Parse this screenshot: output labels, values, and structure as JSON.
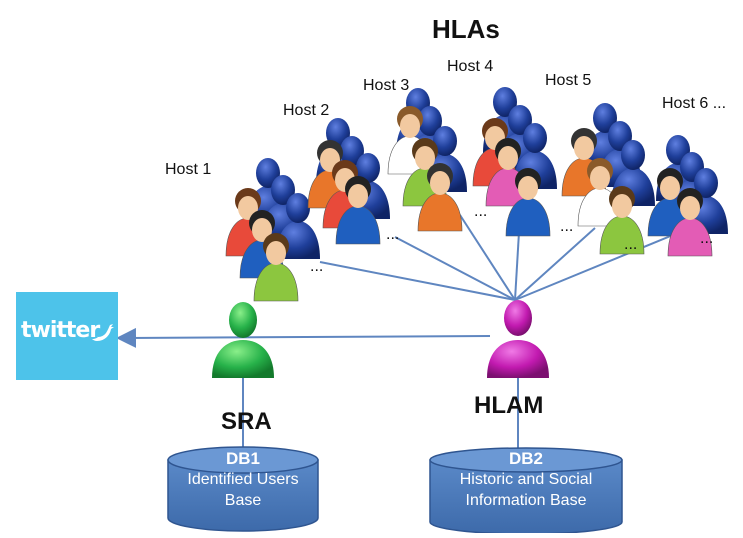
{
  "title": "HLAs",
  "hosts": [
    {
      "label": "Host 1"
    },
    {
      "label": "Host 2"
    },
    {
      "label": "Host 3"
    },
    {
      "label": "Host 4"
    },
    {
      "label": "Host 5"
    },
    {
      "label": "Host 6 ..."
    }
  ],
  "ellipsis": "...",
  "sra": {
    "label": "SRA"
  },
  "hlam": {
    "label": "HLAM"
  },
  "db1": {
    "id": "DB1",
    "line1": "Identified Users",
    "line2": "Base"
  },
  "db2": {
    "id": "DB2",
    "line1": "Historic and Social",
    "line2": "Information Base"
  },
  "twitter": {
    "label": "twitter"
  },
  "colors": {
    "host_person": "#1f3f9a",
    "sra_person": "#27b24a",
    "hlam_person": "#c21ab0",
    "connector": "#5f86c0",
    "database": "#4a7bbf",
    "twitter": "#4dc3ea"
  }
}
